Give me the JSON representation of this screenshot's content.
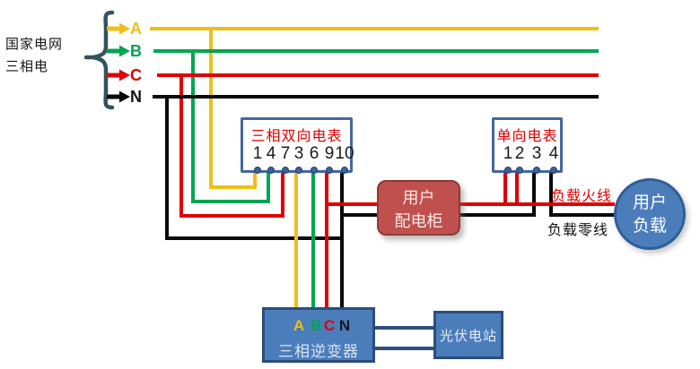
{
  "colors": {
    "phase_a": "#F0BE15",
    "phase_b": "#00A550",
    "phase_c": "#E00000",
    "neutral": "#0A0A0A",
    "label_red": "#E00000",
    "meter_border": "#46679B",
    "terminal_dot": "#3A62A0",
    "box_blue_fill": "#4B7DBB",
    "box_blue_border": "#2C4D7C",
    "box_red_fill": "#C0504D",
    "box_red_border": "#8F3A38",
    "circle_fill": "#4B7DBB",
    "circle_border": "#2F5E96",
    "brace": "#33535E"
  },
  "source": {
    "title_line1": "国家电网",
    "title_line2": "三相电",
    "phases": [
      {
        "label": "A"
      },
      {
        "label": "B"
      },
      {
        "label": "C"
      },
      {
        "label": "N"
      }
    ]
  },
  "three_phase_meter": {
    "title": "三相双向电表",
    "terminals": [
      "1",
      "4",
      "7",
      "3",
      "6",
      "9",
      "10"
    ]
  },
  "single_phase_meter": {
    "title": "单向电表",
    "terminals": [
      "1",
      "2",
      "3",
      "4"
    ]
  },
  "cabinet": {
    "line1": "用户",
    "line2": "配电柜"
  },
  "load": {
    "line1": "用户",
    "line2": "负载"
  },
  "wire_labels": {
    "live": "负载火线",
    "neutral": "负载零线"
  },
  "inverter": {
    "phases": [
      "A",
      "B",
      "C",
      "N"
    ],
    "label": "三相逆变器"
  },
  "pv_station": {
    "label": "光伏电站"
  }
}
